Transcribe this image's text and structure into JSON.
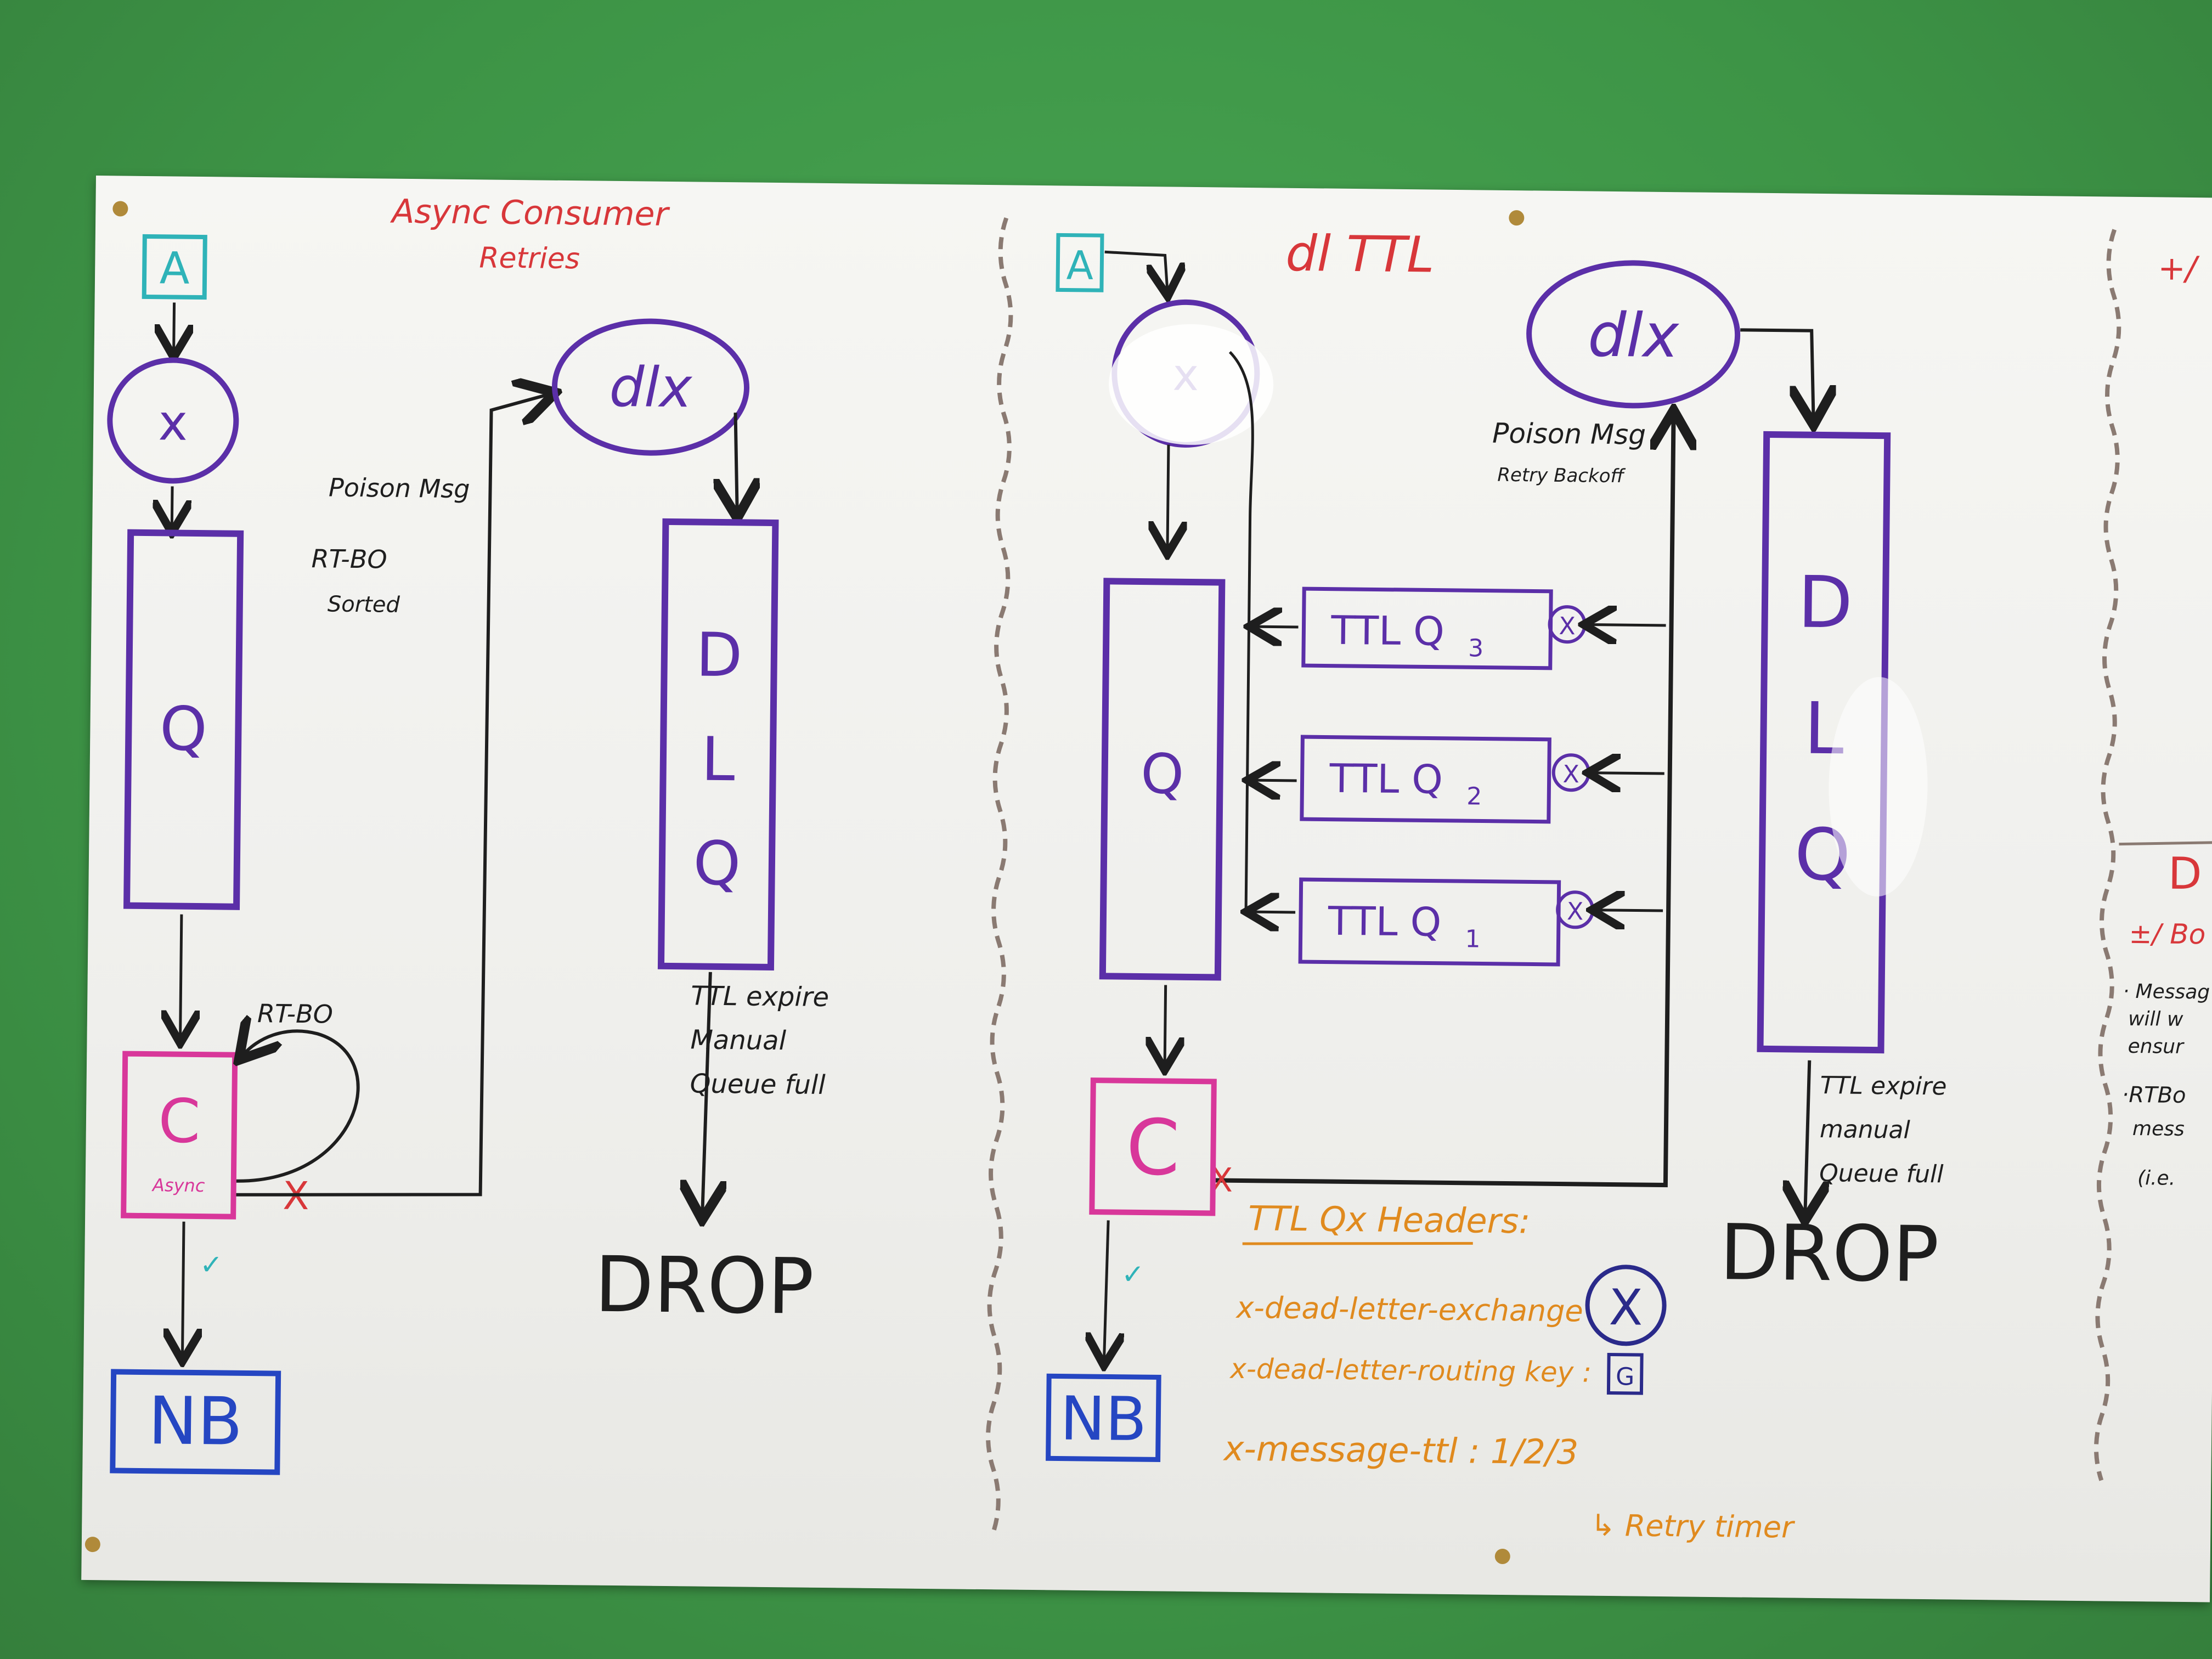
{
  "colors": {
    "purple": "#5b2fa8",
    "teal": "#2fb3b8",
    "pink": "#d8379a",
    "blue": "#2546c2",
    "red": "#d8373a",
    "orange": "#e08a1e",
    "black": "#1e1e1e"
  },
  "left_panel": {
    "title_line1": "Async Consumer",
    "title_line2": "Retries",
    "node_a": "A",
    "node_x": "x",
    "node_q": "Q",
    "node_c": "C",
    "node_c_sub": "Async",
    "node_nb": "NB",
    "rt_bo": "RT-BO",
    "poison_line1": "Poison Msg",
    "poison_line2": "RT-BO",
    "poison_line3": "Sorted",
    "dlx": "dlx",
    "dlq": [
      "D",
      "L",
      "Q"
    ],
    "ttl_notes": [
      "TTL expire",
      "Manual",
      "Queue full"
    ],
    "drop": "DROP"
  },
  "middle_panel": {
    "title": "dl TTL",
    "node_a": "A",
    "node_x": "x",
    "node_q": "Q",
    "node_c": "C",
    "node_nb": "NB",
    "dlx": "dlx",
    "poison_line1": "Poison Msg",
    "poison_line2": "Retry Backoff",
    "ttl_q3": "TTL Q",
    "ttl_q3_sub": "3",
    "ttl_q2": "TTL Q",
    "ttl_q2_sub": "2",
    "ttl_q1": "TTL Q",
    "ttl_q1_sub": "1",
    "dlq": [
      "D",
      "L",
      "Q"
    ],
    "ttl_notes": [
      "TTL expire",
      "manual",
      "Queue full"
    ],
    "drop": "DROP",
    "headers_title": "TTL Qx Headers:",
    "header_1": "x-dead-letter-exchange",
    "header_1_box": "X",
    "header_2": "x-dead-letter-routing key :",
    "header_2_box": "G",
    "header_3": "x-message-ttl : 1/2/3",
    "retry_note": "↳ Retry timer"
  },
  "right_panel": {
    "fragments": [
      "+/",
      "D",
      "±/ Bo",
      "· Messag",
      "will w",
      "ensur",
      "·RTBo",
      "mess",
      "(i.e."
    ]
  }
}
